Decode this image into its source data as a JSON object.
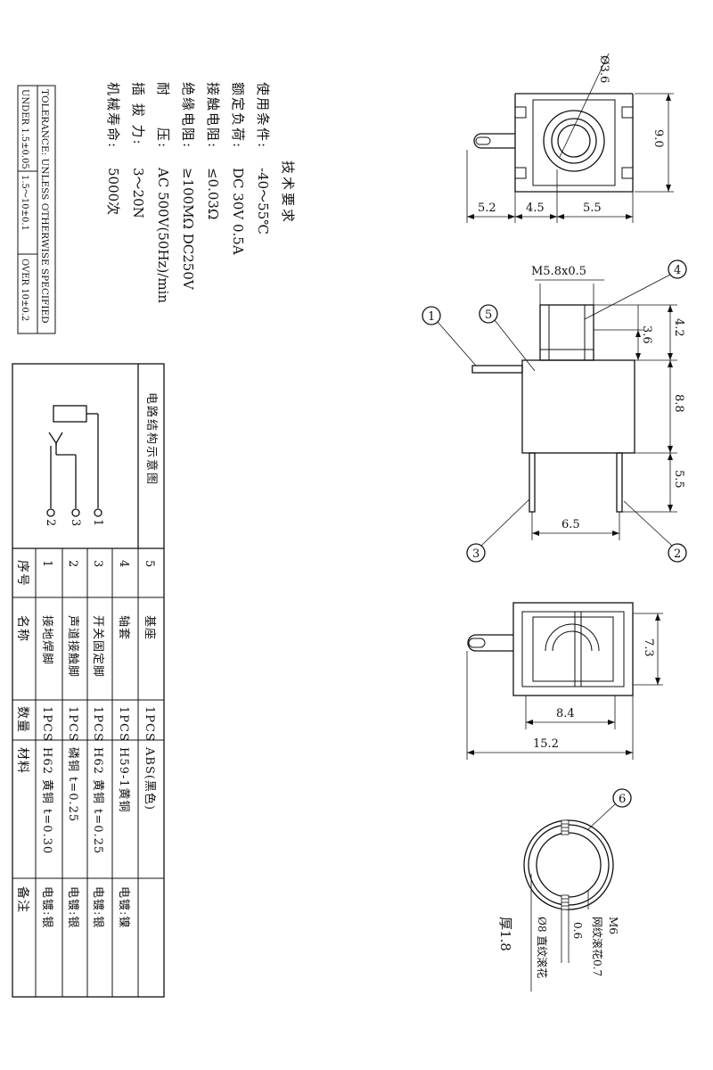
{
  "spec": {
    "title": "技术要求",
    "items": [
      {
        "label": "使用条件:",
        "value": "-40～55℃"
      },
      {
        "label": "额定负荷:",
        "value": "DC 30V 0.5A"
      },
      {
        "label": "接触电阻:",
        "value": "≤0.03Ω"
      },
      {
        "label": "绝缘电阻:",
        "value": "≥100MΩ DC250V"
      },
      {
        "label": "耐　　压:",
        "value": "AC 500V(50Hz)/min"
      },
      {
        "label": "插 拔 力:",
        "value": "3～20N"
      },
      {
        "label": "机械寿命:",
        "value": "5000次"
      }
    ]
  },
  "tolerance": {
    "header": "TOLERANCE: UNLESS OTHERWISE SPECIFIED",
    "cells": [
      "UNDER 1.5±0.05",
      "1.5～10±0.1",
      "OVER 10±0.2"
    ]
  },
  "circuit": {
    "title": "电路结构示意图",
    "pins": [
      "1",
      "3",
      "2"
    ]
  },
  "parts_table": {
    "headers": [
      "序号",
      "名称",
      "数量",
      "材料",
      "备注"
    ],
    "rows": [
      [
        "5",
        "基座",
        "1PCS",
        "ABS(黑色)",
        ""
      ],
      [
        "4",
        "轴套",
        "1PCS",
        "H59-1黄铜",
        "电镀:镍"
      ],
      [
        "3",
        "开关固定脚",
        "1PCS",
        "H62 黄铜 t=0.25",
        "电镀:银"
      ],
      [
        "2",
        "声道接触脚",
        "1PCS",
        "磷铜 t=0.25",
        "电镀:银"
      ],
      [
        "1",
        "接地焊脚",
        "1PCS",
        "H62 黄铜 t=0.30",
        "电镀:银"
      ]
    ]
  },
  "top_view": {
    "dia": "Ø3.6",
    "height": "9.0",
    "dims": [
      "5.2",
      "4.5",
      "5.5"
    ]
  },
  "side_view": {
    "thread": "M5.8x0.5",
    "dims_right": [
      "3.6",
      "4.2",
      "8.8",
      "5.5"
    ],
    "dim_bottom": "6.5",
    "balloons": [
      "1",
      "5",
      "4",
      "3",
      "2"
    ]
  },
  "bottom_view": {
    "dims": [
      "7.3",
      "8.4",
      "15.2"
    ]
  },
  "nut_view": {
    "balloon": "6",
    "thread": "M6",
    "knurl": "网纹滚花0.7",
    "outer": "Ø8 直纹滚花",
    "gap": "0.6",
    "thickness": "厚1.8"
  }
}
